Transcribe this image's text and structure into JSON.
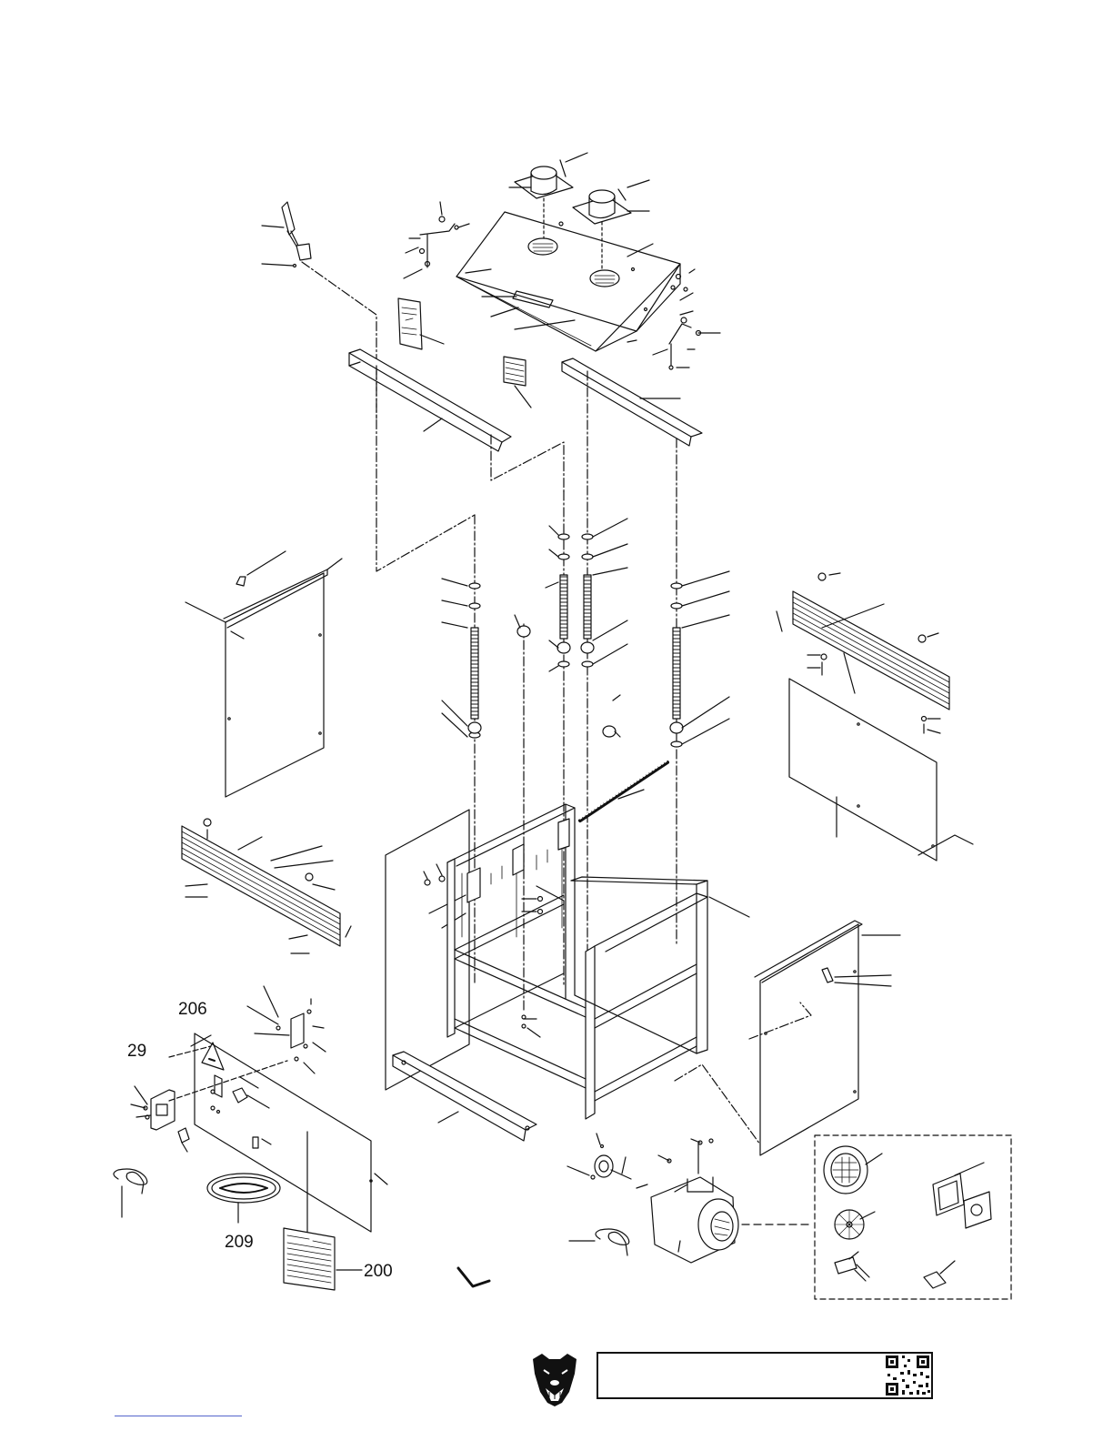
{
  "callouts": {
    "c206": "206",
    "c29": "29",
    "c209": "209",
    "c200": "200"
  },
  "colors": {
    "ink": "#111111",
    "paper": "#ffffff",
    "link": "#5566cc"
  },
  "icons": {
    "brand_logo": "bear-head-icon",
    "qr": "qr-code-icon"
  }
}
